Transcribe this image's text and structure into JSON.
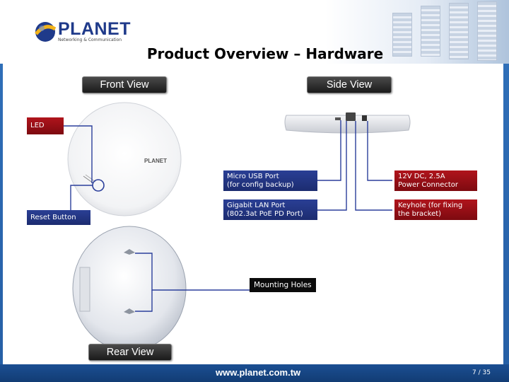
{
  "header": {
    "logo": {
      "name": "PLANET",
      "tagline": "Networking & Communication"
    },
    "title": "Product Overview – Hardware"
  },
  "views": {
    "front": "Front View",
    "side": "Side View",
    "rear": "Rear View"
  },
  "labels": {
    "led": "LED",
    "reset": "Reset Button",
    "micro_usb_1": "Micro USB Port",
    "micro_usb_2": "(for config backup)",
    "lan_1": "Gigabit LAN Port",
    "lan_2": "(802.3at PoE PD Port)",
    "power_1": "12V DC, 2.5A",
    "power_2": "Power Connector",
    "keyhole_1": "Keyhole (for fixing",
    "keyhole_2": "the bracket)",
    "mounting": "Mounting Holes"
  },
  "device_logo": "PLANET",
  "footer": {
    "url": "www.planet.com.tw",
    "page": "7 / 35"
  },
  "colors": {
    "accent_blue": "#2f6fb8",
    "label_red": "#9a0f16",
    "label_blue": "#23368a",
    "connector_line": "#2b3f9b"
  }
}
